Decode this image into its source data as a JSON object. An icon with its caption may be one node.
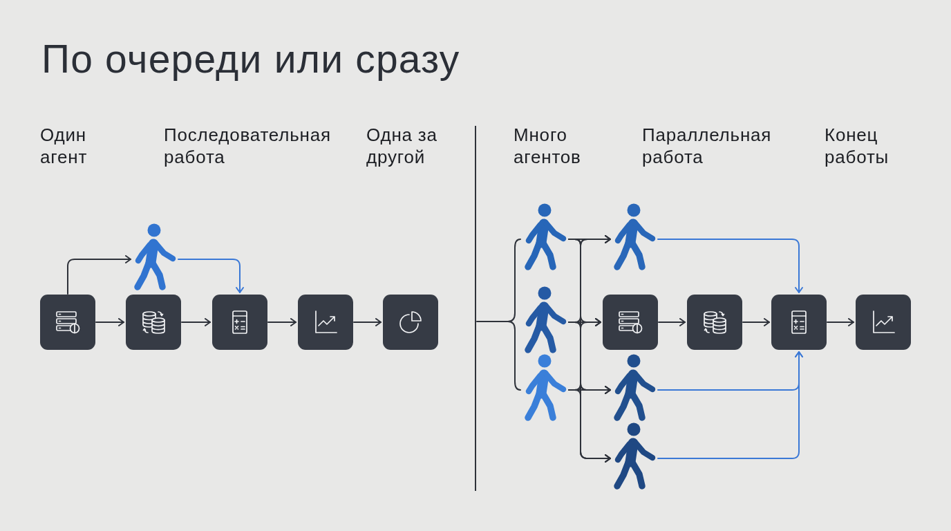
{
  "diagram": {
    "title": "По очереди или сразу",
    "nodes": [
      {
        "text": [],
        "shape": "box"
      },
      {
        "text": [],
        "shape": "person"
      },
      {
        "text": [],
        "shape": "box"
      },
      {
        "text": [],
        "shape": "box"
      },
      {
        "text": [],
        "shape": "box"
      },
      {
        "text": [],
        "shape": "box"
      },
      {
        "text": [],
        "shape": "person"
      },
      {
        "text": [],
        "shape": "person"
      },
      {
        "text": [],
        "shape": "person"
      },
      {
        "text": [],
        "shape": "person"
      },
      {
        "text": [],
        "shape": "box"
      },
      {
        "text": [],
        "shape": "box"
      },
      {
        "text": [],
        "shape": "box"
      },
      {
        "text": [],
        "shape": "box"
      },
      {
        "text": [],
        "shape": "person"
      },
      {
        "text": [],
        "shape": "person"
      }
    ],
    "edges": [
      {
        "from": 0,
        "to": 1,
        "arrow": "to"
      },
      {
        "from": 1,
        "to": 3,
        "arrow": "to",
        "color": "#3a78d6"
      },
      {
        "from": 0,
        "to": 2,
        "arrow": "to"
      },
      {
        "from": 2,
        "to": 3,
        "arrow": "to"
      },
      {
        "from": 3,
        "to": 4,
        "arrow": "to"
      },
      {
        "from": 4,
        "to": 5,
        "arrow": "to"
      },
      {
        "from": 6,
        "to": 9,
        "arrow": "to"
      },
      {
        "from": 6,
        "to": 10,
        "arrow": "to"
      },
      {
        "from": 6,
        "to": 14,
        "arrow": "to"
      },
      {
        "from": 6,
        "to": 15,
        "arrow": "to"
      },
      {
        "from": 7,
        "to": 9,
        "arrow": "to"
      },
      {
        "from": 7,
        "to": 10,
        "arrow": "to"
      },
      {
        "from": 7,
        "to": 14,
        "arrow": "to"
      },
      {
        "from": 7,
        "to": 15,
        "arrow": "to"
      },
      {
        "from": 8,
        "to": 9,
        "arrow": "to"
      },
      {
        "from": 8,
        "to": 10,
        "arrow": "to"
      },
      {
        "from": 8,
        "to": 14,
        "arrow": "to"
      },
      {
        "from": 8,
        "to": 15,
        "arrow": "to"
      },
      {
        "from": 10,
        "to": 11,
        "arrow": "to"
      },
      {
        "from": 11,
        "to": 12,
        "arrow": "to"
      },
      {
        "from": 12,
        "to": 13,
        "arrow": "to"
      },
      {
        "from": 9,
        "to": 12,
        "arrow": "to",
        "color": "#3a78d6"
      },
      {
        "from": 14,
        "to": 12,
        "arrow": "to",
        "color": "#3a78d6"
      },
      {
        "from": 15,
        "to": 12,
        "arrow": "to",
        "color": "#3a78d6"
      }
    ],
    "labels": [
      "Один агент",
      "Последовательная работа",
      "Одна за другой",
      "Много агентов",
      "Параллельная работа",
      "Конец работы"
    ]
  }
}
